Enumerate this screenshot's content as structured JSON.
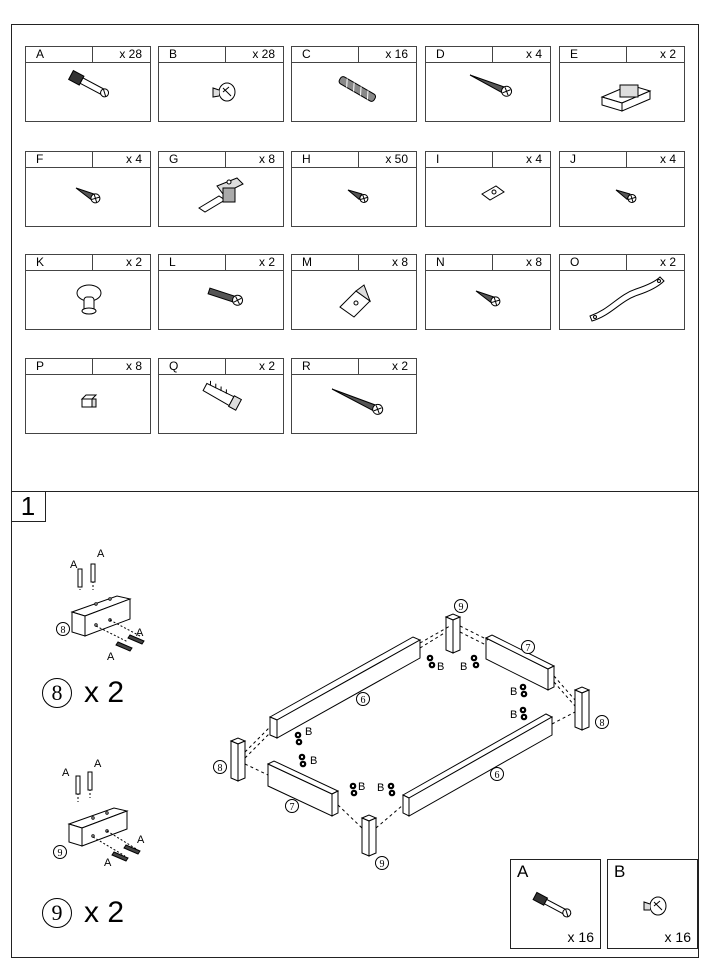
{
  "parts": [
    {
      "letter": "A",
      "qty": "x 28",
      "icon": "cam-bolt-icon"
    },
    {
      "letter": "B",
      "qty": "x 28",
      "icon": "cam-lock-icon"
    },
    {
      "letter": "C",
      "qty": "x 16",
      "icon": "wooden-dowel-icon"
    },
    {
      "letter": "D",
      "qty": "x 4",
      "icon": "long-screw-icon"
    },
    {
      "letter": "E",
      "qty": "x 2",
      "icon": "magnetic-catch-icon"
    },
    {
      "letter": "F",
      "qty": "x 4",
      "icon": "short-screw-icon"
    },
    {
      "letter": "G",
      "qty": "x 8",
      "icon": "hinge-icon"
    },
    {
      "letter": "H",
      "qty": "x 50",
      "icon": "small-screw-icon"
    },
    {
      "letter": "I",
      "qty": "x 4",
      "icon": "bracket-plate-icon"
    },
    {
      "letter": "J",
      "qty": "x 4",
      "icon": "small-screw-icon"
    },
    {
      "letter": "K",
      "qty": "x 2",
      "icon": "knob-icon"
    },
    {
      "letter": "L",
      "qty": "x 2",
      "icon": "machine-screw-icon"
    },
    {
      "letter": "M",
      "qty": "x 8",
      "icon": "corner-bracket-icon"
    },
    {
      "letter": "N",
      "qty": "x 8",
      "icon": "short-screw-icon"
    },
    {
      "letter": "O",
      "qty": "x 2",
      "icon": "curved-handle-icon"
    },
    {
      "letter": "P",
      "qty": "x 8",
      "icon": "shelf-clip-icon"
    },
    {
      "letter": "Q",
      "qty": "x 2",
      "icon": "wall-plug-icon"
    },
    {
      "letter": "R",
      "qty": "x 2",
      "icon": "long-screw-icon"
    }
  ],
  "step": {
    "number": "1",
    "sub8": {
      "panel": "8",
      "count": "x 2",
      "bolt": "A"
    },
    "sub9": {
      "panel": "9",
      "count": "x 2",
      "bolt": "A"
    },
    "frame": {
      "leg_8": "8",
      "leg_9": "9",
      "side_6": "6",
      "end_7": "7",
      "cam": "B"
    },
    "legend": [
      {
        "letter": "A",
        "qty": "x 16",
        "icon": "cam-bolt-icon"
      },
      {
        "letter": "B",
        "qty": "x 16",
        "icon": "cam-lock-icon"
      }
    ]
  }
}
